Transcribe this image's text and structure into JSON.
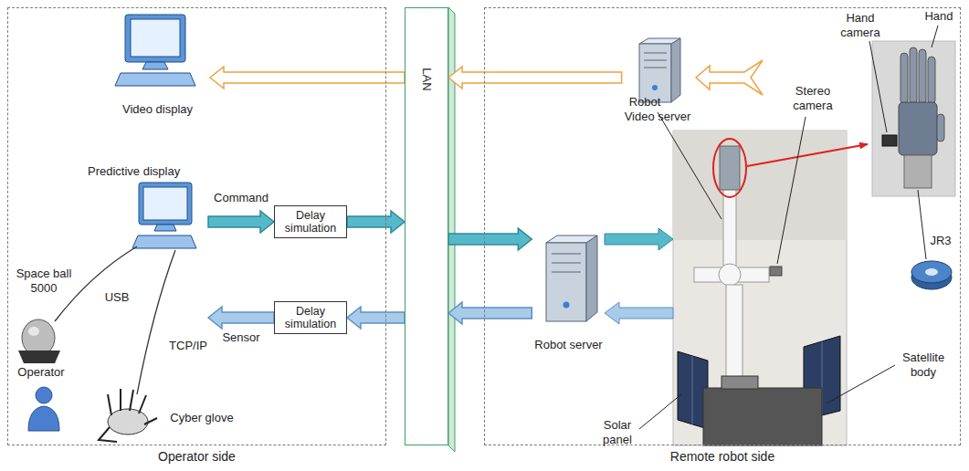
{
  "diagram": {
    "nodes": [
      {
        "text": [
          "Operator side"
        ]
      },
      {
        "text": [
          "Video display"
        ],
        "in": 0
      },
      {
        "text": [
          "Predictive display"
        ],
        "in": 0
      },
      {
        "text": [
          "Delay simulation"
        ],
        "in": 0
      },
      {
        "text": [
          "Delay simulation"
        ],
        "in": 0
      },
      {
        "text": [
          "LAN"
        ]
      },
      {
        "text": [
          "Remote robot side"
        ]
      },
      {
        "text": [
          "Video server"
        ],
        "in": 6
      },
      {
        "text": [
          "Robot server"
        ],
        "in": 6
      }
    ],
    "edges": [
      {
        "from": 7,
        "to": 5,
        "arrow": "to"
      },
      {
        "from": 5,
        "to": 1,
        "arrow": "to"
      },
      {
        "from": 2,
        "to": 3,
        "label": "Command",
        "arrow": "to"
      },
      {
        "from": 3,
        "to": 5,
        "arrow": "to"
      },
      {
        "from": 5,
        "to": 8,
        "arrow": "to"
      },
      {
        "from": 8,
        "to": 5,
        "arrow": "to"
      },
      {
        "from": 5,
        "to": 4,
        "arrow": "to"
      },
      {
        "from": 4,
        "to": 2,
        "label": "Sensor",
        "arrow": "to"
      }
    ],
    "labels": [
      "Space ball 5000",
      "USB",
      "Operator",
      "TCP/IP",
      "Cyber glove",
      "Robot",
      "Stereo camera",
      "Hand camera",
      "Hand",
      "JR3",
      "Solar panel",
      "Satellite body"
    ]
  }
}
